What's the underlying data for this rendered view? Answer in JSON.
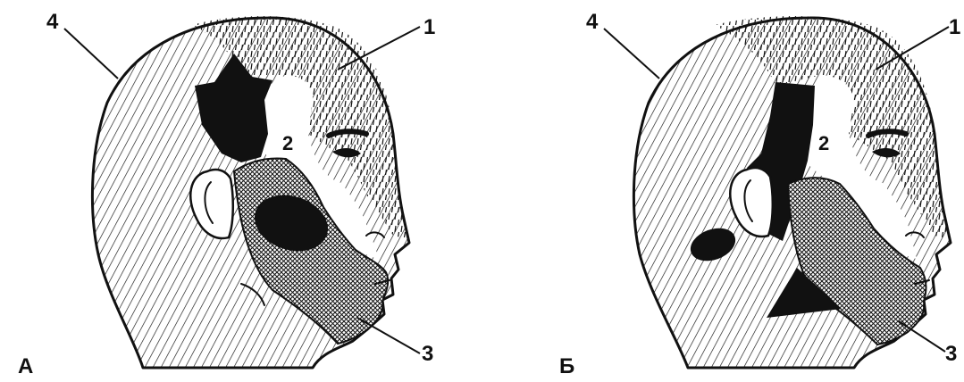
{
  "panels": [
    {
      "letter": "А",
      "labels": {
        "zone1": "1",
        "zone2": "2",
        "zone3": "3",
        "zone4": "4"
      }
    },
    {
      "letter": "Б",
      "labels": {
        "zone1": "1",
        "zone2": "2",
        "zone3": "3",
        "zone4": "4"
      }
    }
  ],
  "colors": {
    "ink": "#111111",
    "paper": "#ffffff"
  }
}
